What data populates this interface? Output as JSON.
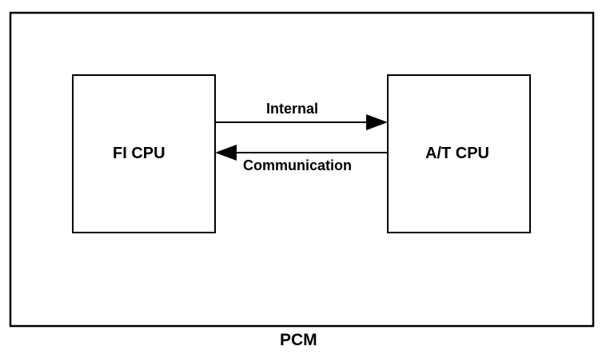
{
  "diagram": {
    "type": "block-diagram",
    "container": {
      "label": "PCM"
    },
    "blocks": [
      {
        "id": "fi-cpu",
        "label": "FI CPU"
      },
      {
        "id": "at-cpu",
        "label": "A/T CPU"
      }
    ],
    "connections": [
      {
        "from": "fi-cpu",
        "to": "at-cpu",
        "label": "Internal"
      },
      {
        "from": "at-cpu",
        "to": "fi-cpu",
        "label": "Communication"
      }
    ]
  }
}
